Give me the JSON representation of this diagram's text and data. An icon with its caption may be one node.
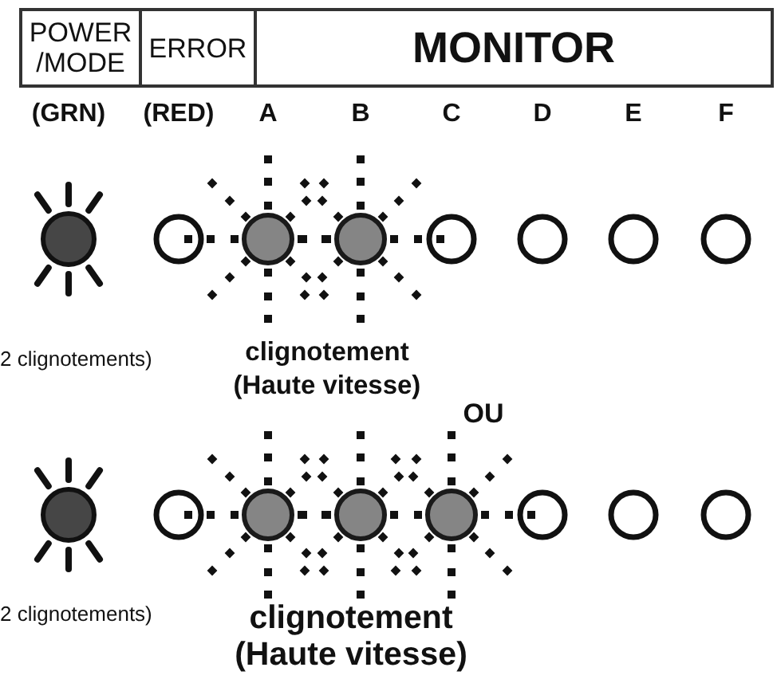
{
  "diagram": {
    "nodes": [
      {
        "text": [
          "POWER /MODE"
        ]
      },
      {
        "text": [
          "ERROR"
        ]
      },
      {
        "text": [
          "MONITOR"
        ]
      }
    ],
    "labels": [
      "(GRN)",
      "(RED)",
      "A",
      "B",
      "C",
      "D",
      "E",
      "F",
      "2 clignotements)",
      "clignotement (Haute vitesse)",
      "OU",
      "2 clignotements)",
      "clignotement (Haute vitesse)"
    ]
  }
}
